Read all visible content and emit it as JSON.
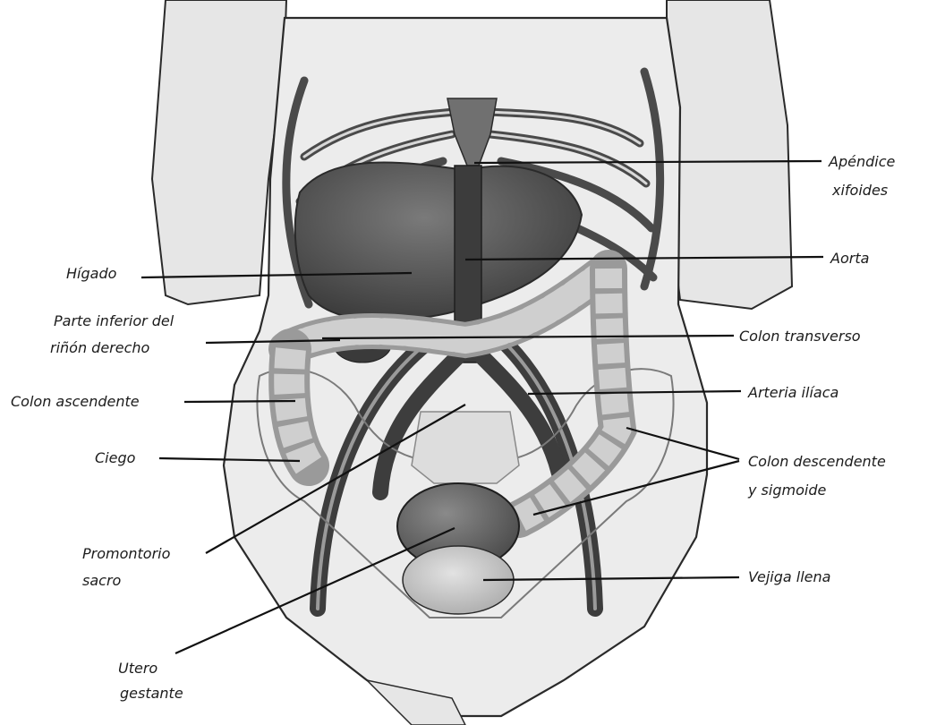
{
  "labels": {
    "apendice_line1": "Apéndice",
    "apendice_line2": "xifoides",
    "higado": "Hígado",
    "aorta": "Aorta",
    "rinon_line1": "Parte inferior del",
    "rinon_line2": "riñón derecho",
    "colon_transverso": "Colon transverso",
    "colon_ascendente": "Colon ascendente",
    "arteria_iliaca": "Arteria ilíaca",
    "ciego": "Ciego",
    "colon_desc_line1": "Colon descendente",
    "colon_desc_line2": "y sigmoide",
    "promontorio_line1": "Promontorio",
    "promontorio_line2": "sacro",
    "vejiga": "Vejiga llena",
    "utero_line1": "Utero",
    "utero_line2": "gestante"
  },
  "colors": {
    "outline": "#2a2a2a",
    "skin": "#e9e9e9",
    "organ_dark": "#5a5a5a",
    "organ_mid": "#8c8c8c",
    "colon": "#bdbdbd",
    "vessel": "#3d3d3d"
  }
}
